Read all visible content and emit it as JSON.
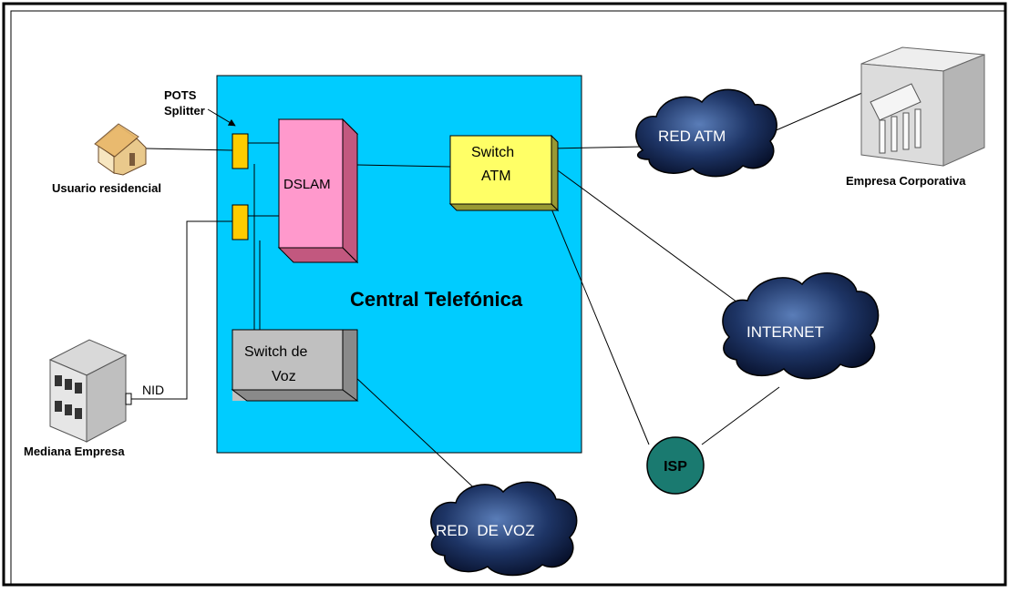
{
  "labels": {
    "pots_splitter_line1": "POTS",
    "pots_splitter_line2": "Splitter",
    "usuario_residencial": "Usuario residencial",
    "mediana_empresa": "Mediana Empresa",
    "nid": "NID",
    "empresa_corporativa": "Empresa Corporativa",
    "central_telefonica": "Central Telefónica",
    "dslam": "DSLAM",
    "switch_atm_line1": "Switch",
    "switch_atm_line2": "ATM",
    "switch_voz_line1": "Switch de",
    "switch_voz_line2": "Voz",
    "red_atm": "RED ATM",
    "internet": "INTERNET",
    "isp": "ISP",
    "red_de_voz": "RED  DE VOZ"
  },
  "colors": {
    "central": "#00ccff",
    "dslam": "#ff99cc",
    "switch_atm": "#ffff66",
    "switch_voz": "#c0c0c0",
    "splitter": "#ffcc00",
    "isp": "#1a7a70",
    "cloud": "#0c1a3a"
  }
}
